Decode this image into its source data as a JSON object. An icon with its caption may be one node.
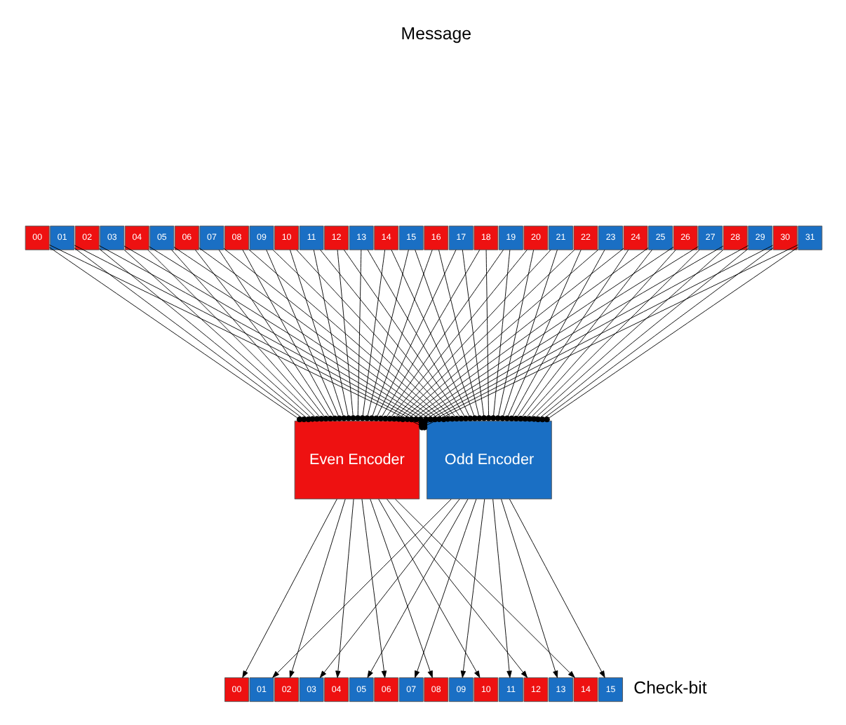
{
  "diagram": {
    "nodes": [
      {
        "text": [
          "00"
        ]
      },
      {
        "text": [
          "01"
        ]
      },
      {
        "text": [
          "02"
        ]
      },
      {
        "text": [
          "03"
        ]
      },
      {
        "text": [
          "04"
        ]
      },
      {
        "text": [
          "05"
        ]
      },
      {
        "text": [
          "06"
        ]
      },
      {
        "text": [
          "07"
        ]
      },
      {
        "text": [
          "08"
        ]
      },
      {
        "text": [
          "09"
        ]
      },
      {
        "text": [
          "10"
        ]
      },
      {
        "text": [
          "11"
        ]
      },
      {
        "text": [
          "12"
        ]
      },
      {
        "text": [
          "13"
        ]
      },
      {
        "text": [
          "14"
        ]
      },
      {
        "text": [
          "15"
        ]
      },
      {
        "text": [
          "16"
        ]
      },
      {
        "text": [
          "17"
        ]
      },
      {
        "text": [
          "18"
        ]
      },
      {
        "text": [
          "19"
        ]
      },
      {
        "text": [
          "20"
        ]
      },
      {
        "text": [
          "21"
        ]
      },
      {
        "text": [
          "22"
        ]
      },
      {
        "text": [
          "23"
        ]
      },
      {
        "text": [
          "24"
        ]
      },
      {
        "text": [
          "25"
        ]
      },
      {
        "text": [
          "26"
        ]
      },
      {
        "text": [
          "27"
        ]
      },
      {
        "text": [
          "28"
        ]
      },
      {
        "text": [
          "29"
        ]
      },
      {
        "text": [
          "30"
        ]
      },
      {
        "text": [
          "31"
        ]
      },
      {
        "text": [
          "Even Encoder"
        ]
      },
      {
        "text": [
          "Odd Encoder"
        ]
      },
      {
        "text": [
          "00"
        ]
      },
      {
        "text": [
          "01"
        ]
      },
      {
        "text": [
          "02"
        ]
      },
      {
        "text": [
          "03"
        ]
      },
      {
        "text": [
          "04"
        ]
      },
      {
        "text": [
          "05"
        ]
      },
      {
        "text": [
          "06"
        ]
      },
      {
        "text": [
          "07"
        ]
      },
      {
        "text": [
          "08"
        ]
      },
      {
        "text": [
          "09"
        ]
      },
      {
        "text": [
          "10"
        ]
      },
      {
        "text": [
          "11"
        ]
      },
      {
        "text": [
          "12"
        ]
      },
      {
        "text": [
          "13"
        ]
      },
      {
        "text": [
          "14"
        ]
      },
      {
        "text": [
          "15"
        ]
      }
    ],
    "edges": [
      {
        "from": 0,
        "to": 32,
        "arrow": "other"
      },
      {
        "from": 0,
        "to": 33,
        "arrow": "other"
      },
      {
        "from": 1,
        "to": 32,
        "arrow": "other"
      },
      {
        "from": 1,
        "to": 33,
        "arrow": "other"
      },
      {
        "from": 2,
        "to": 32,
        "arrow": "other"
      },
      {
        "from": 2,
        "to": 33,
        "arrow": "other"
      },
      {
        "from": 3,
        "to": 32,
        "arrow": "other"
      },
      {
        "from": 3,
        "to": 33,
        "arrow": "other"
      },
      {
        "from": 4,
        "to": 32,
        "arrow": "other"
      },
      {
        "from": 4,
        "to": 33,
        "arrow": "other"
      },
      {
        "from": 5,
        "to": 32,
        "arrow": "other"
      },
      {
        "from": 5,
        "to": 33,
        "arrow": "other"
      },
      {
        "from": 6,
        "to": 32,
        "arrow": "other"
      },
      {
        "from": 6,
        "to": 33,
        "arrow": "other"
      },
      {
        "from": 7,
        "to": 32,
        "arrow": "other"
      },
      {
        "from": 7,
        "to": 33,
        "arrow": "other"
      },
      {
        "from": 8,
        "to": 32,
        "arrow": "other"
      },
      {
        "from": 8,
        "to": 33,
        "arrow": "other"
      },
      {
        "from": 9,
        "to": 32,
        "arrow": "other"
      },
      {
        "from": 9,
        "to": 33,
        "arrow": "other"
      },
      {
        "from": 10,
        "to": 32,
        "arrow": "other"
      },
      {
        "from": 10,
        "to": 33,
        "arrow": "other"
      },
      {
        "from": 11,
        "to": 32,
        "arrow": "other"
      },
      {
        "from": 11,
        "to": 33,
        "arrow": "other"
      },
      {
        "from": 12,
        "to": 32,
        "arrow": "other"
      },
      {
        "from": 12,
        "to": 33,
        "arrow": "other"
      },
      {
        "from": 13,
        "to": 32,
        "arrow": "other"
      },
      {
        "from": 13,
        "to": 33,
        "arrow": "other"
      },
      {
        "from": 14,
        "to": 32,
        "arrow": "other"
      },
      {
        "from": 14,
        "to": 33,
        "arrow": "other"
      },
      {
        "from": 15,
        "to": 32,
        "arrow": "other"
      },
      {
        "from": 15,
        "to": 33,
        "arrow": "other"
      },
      {
        "from": 16,
        "to": 32,
        "arrow": "other"
      },
      {
        "from": 16,
        "to": 33,
        "arrow": "other"
      },
      {
        "from": 17,
        "to": 32,
        "arrow": "other"
      },
      {
        "from": 17,
        "to": 33,
        "arrow": "other"
      },
      {
        "from": 18,
        "to": 32,
        "arrow": "other"
      },
      {
        "from": 18,
        "to": 33,
        "arrow": "other"
      },
      {
        "from": 19,
        "to": 32,
        "arrow": "other"
      },
      {
        "from": 19,
        "to": 33,
        "arrow": "other"
      },
      {
        "from": 20,
        "to": 32,
        "arrow": "other"
      },
      {
        "from": 20,
        "to": 33,
        "arrow": "other"
      },
      {
        "from": 21,
        "to": 32,
        "arrow": "other"
      },
      {
        "from": 21,
        "to": 33,
        "arrow": "other"
      },
      {
        "from": 22,
        "to": 32,
        "arrow": "other"
      },
      {
        "from": 22,
        "to": 33,
        "arrow": "other"
      },
      {
        "from": 23,
        "to": 32,
        "arrow": "other"
      },
      {
        "from": 23,
        "to": 33,
        "arrow": "other"
      },
      {
        "from": 24,
        "to": 32,
        "arrow": "other"
      },
      {
        "from": 24,
        "to": 33,
        "arrow": "other"
      },
      {
        "from": 25,
        "to": 32,
        "arrow": "other"
      },
      {
        "from": 25,
        "to": 33,
        "arrow": "other"
      },
      {
        "from": 26,
        "to": 32,
        "arrow": "other"
      },
      {
        "from": 26,
        "to": 33,
        "arrow": "other"
      },
      {
        "from": 27,
        "to": 32,
        "arrow": "other"
      },
      {
        "from": 27,
        "to": 33,
        "arrow": "other"
      },
      {
        "from": 28,
        "to": 32,
        "arrow": "other"
      },
      {
        "from": 28,
        "to": 33,
        "arrow": "other"
      },
      {
        "from": 29,
        "to": 32,
        "arrow": "other"
      },
      {
        "from": 29,
        "to": 33,
        "arrow": "other"
      },
      {
        "from": 30,
        "to": 32,
        "arrow": "other"
      },
      {
        "from": 30,
        "to": 33,
        "arrow": "other"
      },
      {
        "from": 31,
        "to": 32,
        "arrow": "other"
      },
      {
        "from": 31,
        "to": 33,
        "arrow": "other"
      },
      {
        "from": 32,
        "to": 34,
        "arrow": "to"
      },
      {
        "from": 32,
        "to": 36,
        "arrow": "to"
      },
      {
        "from": 32,
        "to": 38,
        "arrow": "to"
      },
      {
        "from": 32,
        "to": 40,
        "arrow": "to"
      },
      {
        "from": 32,
        "to": 42,
        "arrow": "to"
      },
      {
        "from": 32,
        "to": 44,
        "arrow": "to"
      },
      {
        "from": 32,
        "to": 46,
        "arrow": "to"
      },
      {
        "from": 32,
        "to": 48,
        "arrow": "to"
      },
      {
        "from": 33,
        "to": 35,
        "arrow": "to"
      },
      {
        "from": 33,
        "to": 37,
        "arrow": "to"
      },
      {
        "from": 33,
        "to": 39,
        "arrow": "to"
      },
      {
        "from": 33,
        "to": 41,
        "arrow": "to"
      },
      {
        "from": 33,
        "to": 43,
        "arrow": "to"
      },
      {
        "from": 33,
        "to": 45,
        "arrow": "to"
      },
      {
        "from": 33,
        "to": 47,
        "arrow": "to"
      },
      {
        "from": 33,
        "to": 49,
        "arrow": "to"
      }
    ],
    "labels": [
      "Message",
      "Check-bit"
    ]
  }
}
